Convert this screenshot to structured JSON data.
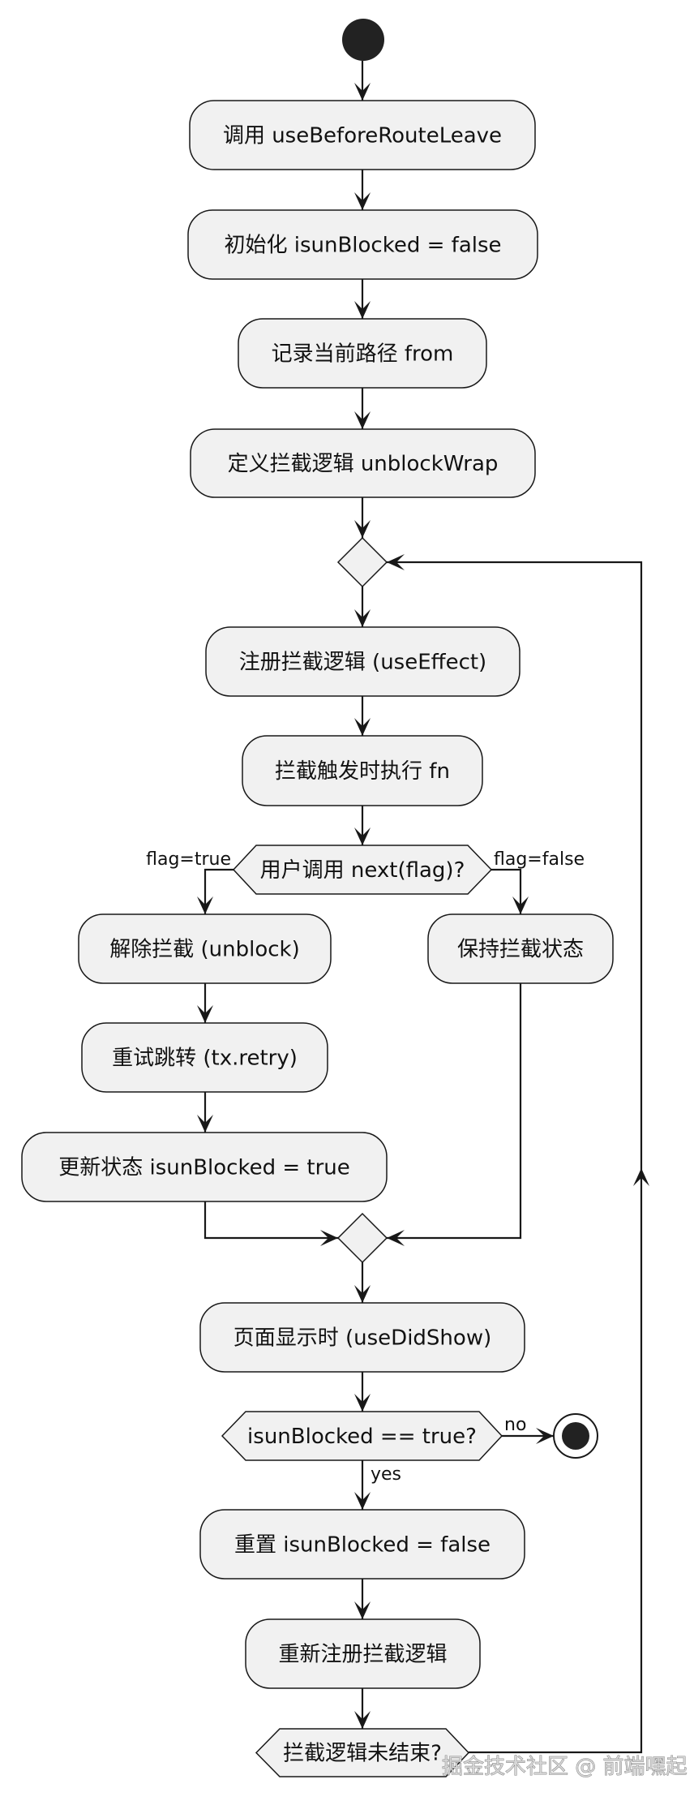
{
  "diagram": {
    "type": "activity-flowchart",
    "start": {
      "label": ""
    },
    "nodes": {
      "call_hook": "调用 useBeforeRouteLeave",
      "init_flag": "初始化 isunBlocked = false",
      "record_path": "记录当前路径 from",
      "define_logic": "定义拦截逻辑 unblockWrap",
      "register_logic": "注册拦截逻辑 (useEffect)",
      "trigger_fn": "拦截触发时执行 fn",
      "decision_next": "用户调用 next(flag)?",
      "unblock": "解除拦截 (unblock)",
      "retry": "重试跳转 (tx.retry)",
      "update_state": "更新状态 isunBlocked = true",
      "keep_blocked": "保持拦截状态",
      "did_show": "页面显示时 (useDidShow)",
      "decision_unblocked": "isunBlocked == true?",
      "reset_flag": "重置 isunBlocked = false",
      "re_register": "重新注册拦截逻辑",
      "decision_loop": "拦截逻辑未结束?"
    },
    "edge_labels": {
      "flag_true": "flag=true",
      "flag_false": "flag=false",
      "no": "no",
      "yes": "yes"
    },
    "colors": {
      "node_fill": "#f1f1f1",
      "stroke": "#181818",
      "start_end": "#222222",
      "background": "#ffffff"
    }
  },
  "watermark": "掘金技术社区 @ 前端嘿起"
}
